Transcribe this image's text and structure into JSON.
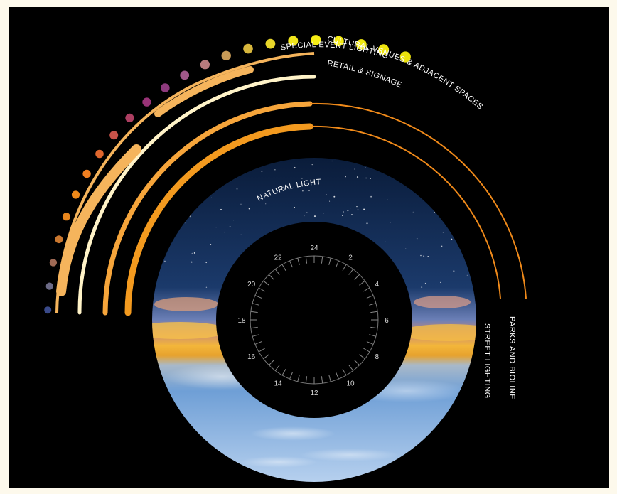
{
  "labels": {
    "special_event": "SPECIAL EVENT LIGHTING",
    "cultural": "CULTURAL VENUES & ADJACENT SPACES",
    "retail": "RETAIL & SIGNAGE",
    "natural": "NATURAL LIGHT",
    "street": "STREET LIGHTING",
    "parks": "PARKS AND BIOLINE"
  },
  "clock": {
    "hours": [
      "24",
      "2",
      "4",
      "6",
      "8",
      "10",
      "12",
      "14",
      "16",
      "18",
      "20",
      "22"
    ]
  },
  "colors": {
    "background": "#000000",
    "night_sky": "#0d2344",
    "day_sky": "#8fb6e0",
    "street_arc": "#f39a1f",
    "parks_arc": "#f6a53b",
    "retail_arc": "#fff3c8",
    "cultural_arc": "#f5b45c",
    "event_dots": [
      "#3a4a8a",
      "#6b6a86",
      "#a06a55",
      "#c9772f",
      "#e8861d",
      "#f08a1a",
      "#f07f21",
      "#e0672e",
      "#c8534a",
      "#ad3f62",
      "#993377",
      "#8d3a7d",
      "#a0588a",
      "#b87b7d",
      "#c99b57",
      "#d7b63d",
      "#e8d62a",
      "#f1e61d",
      "#f5ec14",
      "#f3ea12",
      "#f0e80f",
      "#eee40e",
      "#ece20c"
    ]
  }
}
